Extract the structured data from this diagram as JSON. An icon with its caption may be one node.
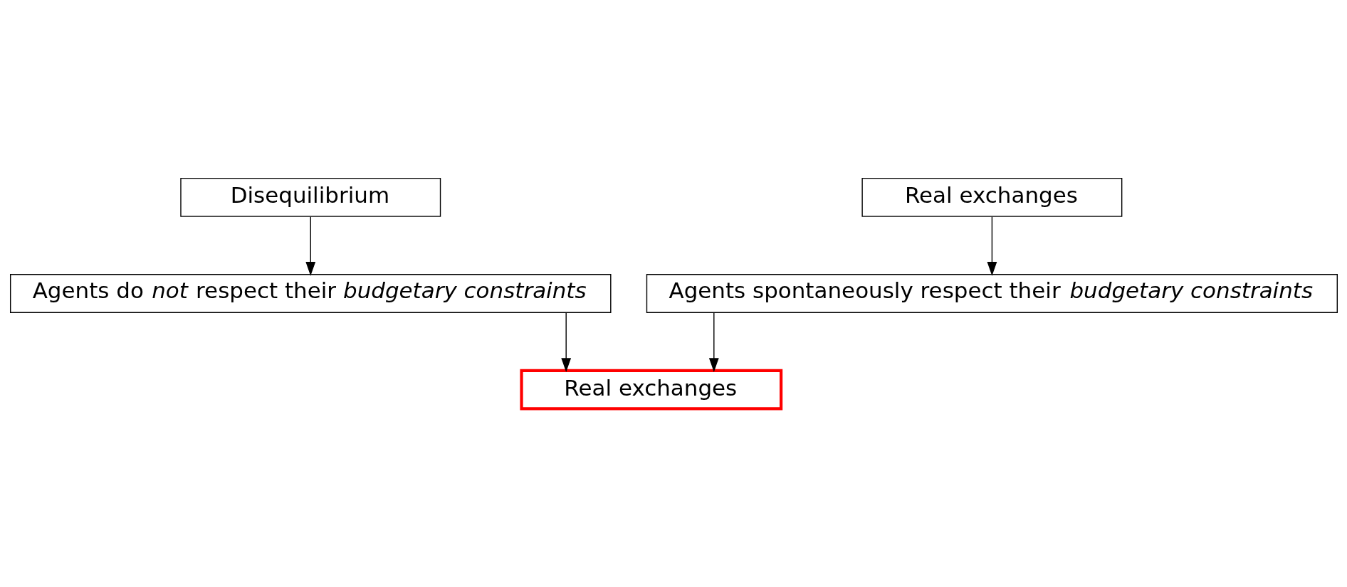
{
  "diagram": {
    "nodes": [
      {
        "text": [
          "Disequilibrium"
        ]
      },
      {
        "text": [
          "Real exchanges"
        ]
      },
      {
        "text": [
          "Agents do *not* respect their *budgetary constraints*"
        ]
      },
      {
        "text": [
          "Agents spontaneously respect their *budgetary constraints*"
        ]
      },
      {
        "text": [
          "Real exchanges"
        ]
      }
    ],
    "edges": [
      {
        "from": 0,
        "to": 2,
        "arrow": "to"
      },
      {
        "from": 1,
        "to": 3,
        "arrow": "to"
      },
      {
        "from": 2,
        "to": 4,
        "arrow": "to"
      },
      {
        "from": 3,
        "to": 4,
        "arrow": "to"
      }
    ]
  }
}
